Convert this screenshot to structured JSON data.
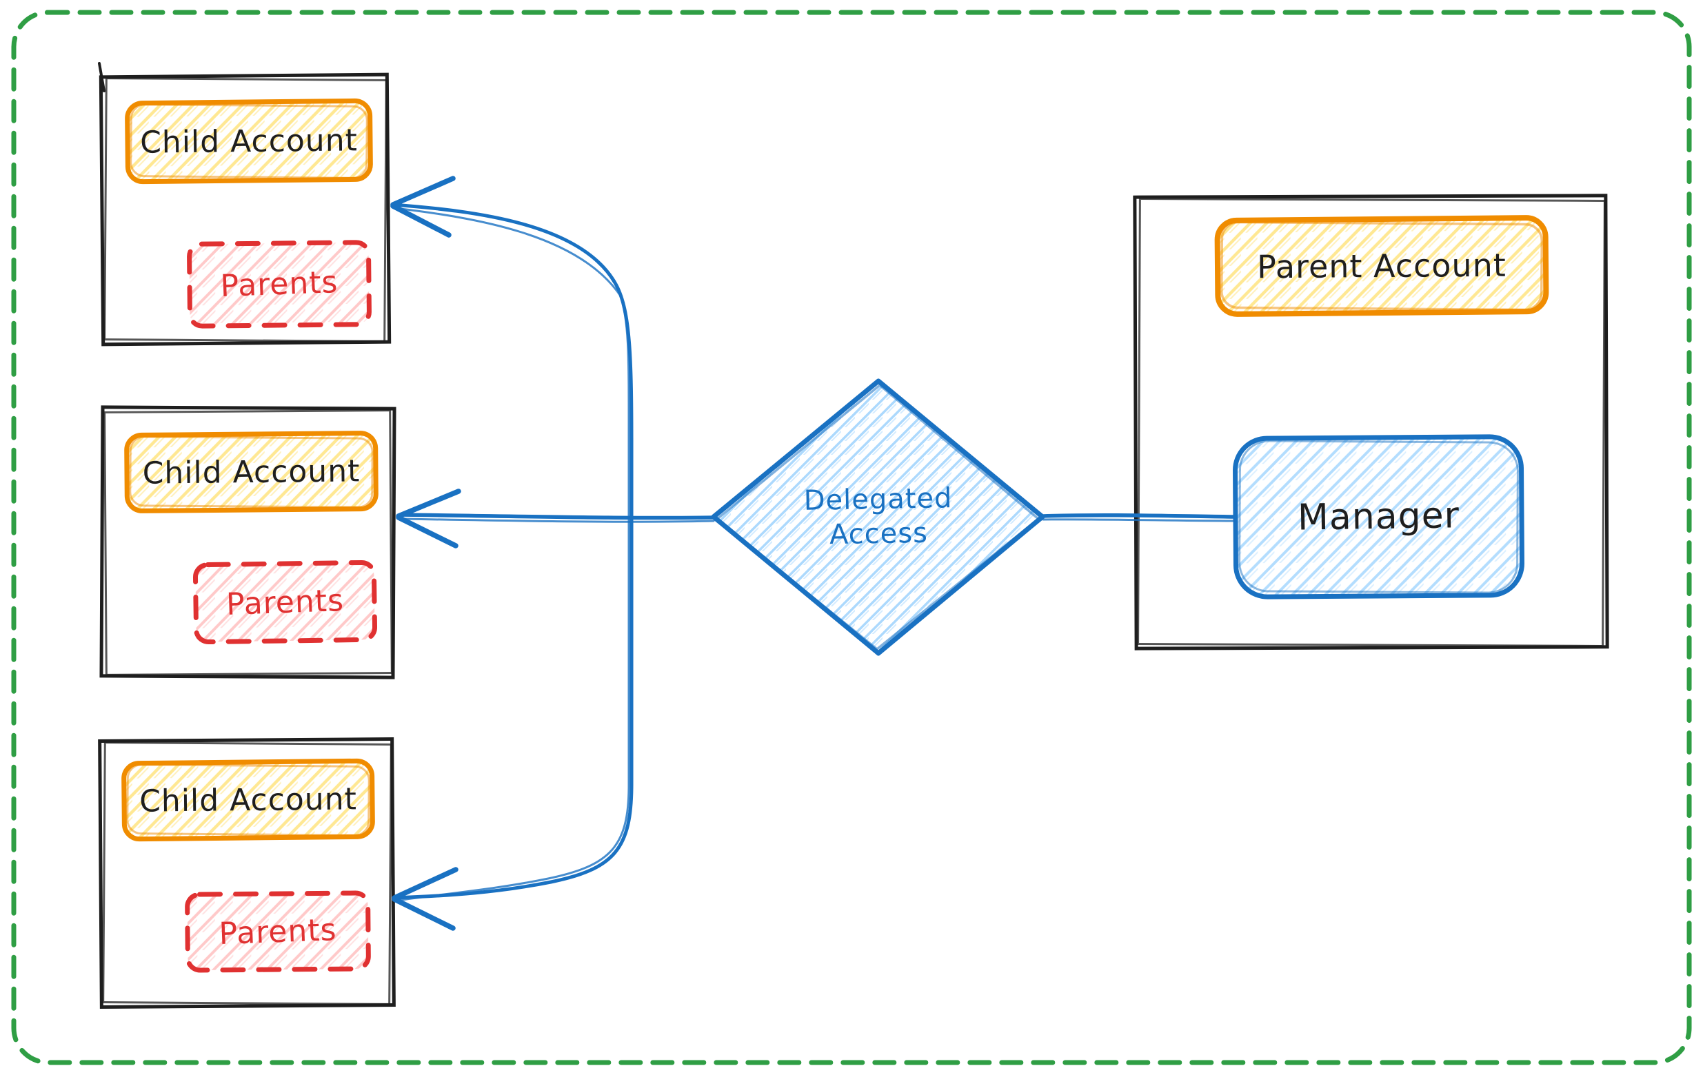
{
  "palette": {
    "ink": "#1e1e1e",
    "orange": "#f08c00",
    "yellow_hatch": "#ffd43b",
    "red": "#e03131",
    "pink_hatch": "#ffa8a8",
    "blue": "#1971c2",
    "blue_hatch": "#74c0fc",
    "green_border": "#2f9e44",
    "background": "#ffffff"
  },
  "child_accounts": [
    {
      "title": "Child Account",
      "tag": "Parents"
    },
    {
      "title": "Child Account",
      "tag": "Parents"
    },
    {
      "title": "Child Account",
      "tag": "Parents"
    }
  ],
  "decision": {
    "lines": [
      "Delegated",
      "Access"
    ]
  },
  "parent_account": {
    "title": "Parent Account",
    "member": "Manager"
  }
}
